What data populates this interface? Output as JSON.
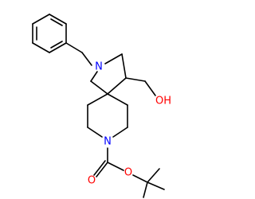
{
  "molecule": {
    "atoms": {
      "n_pyrrolidine": {
        "symbol": "N",
        "color": "#0000ff"
      },
      "n_piperidine": {
        "symbol": "N",
        "color": "#0000ff"
      },
      "oh": {
        "symbol": "OH",
        "color": "#ff0000"
      },
      "o_carbonyl": {
        "symbol": "O",
        "color": "#ff0000"
      },
      "o_ester": {
        "symbol": "O",
        "color": "#ff0000"
      }
    },
    "bond_color": "#000000"
  }
}
